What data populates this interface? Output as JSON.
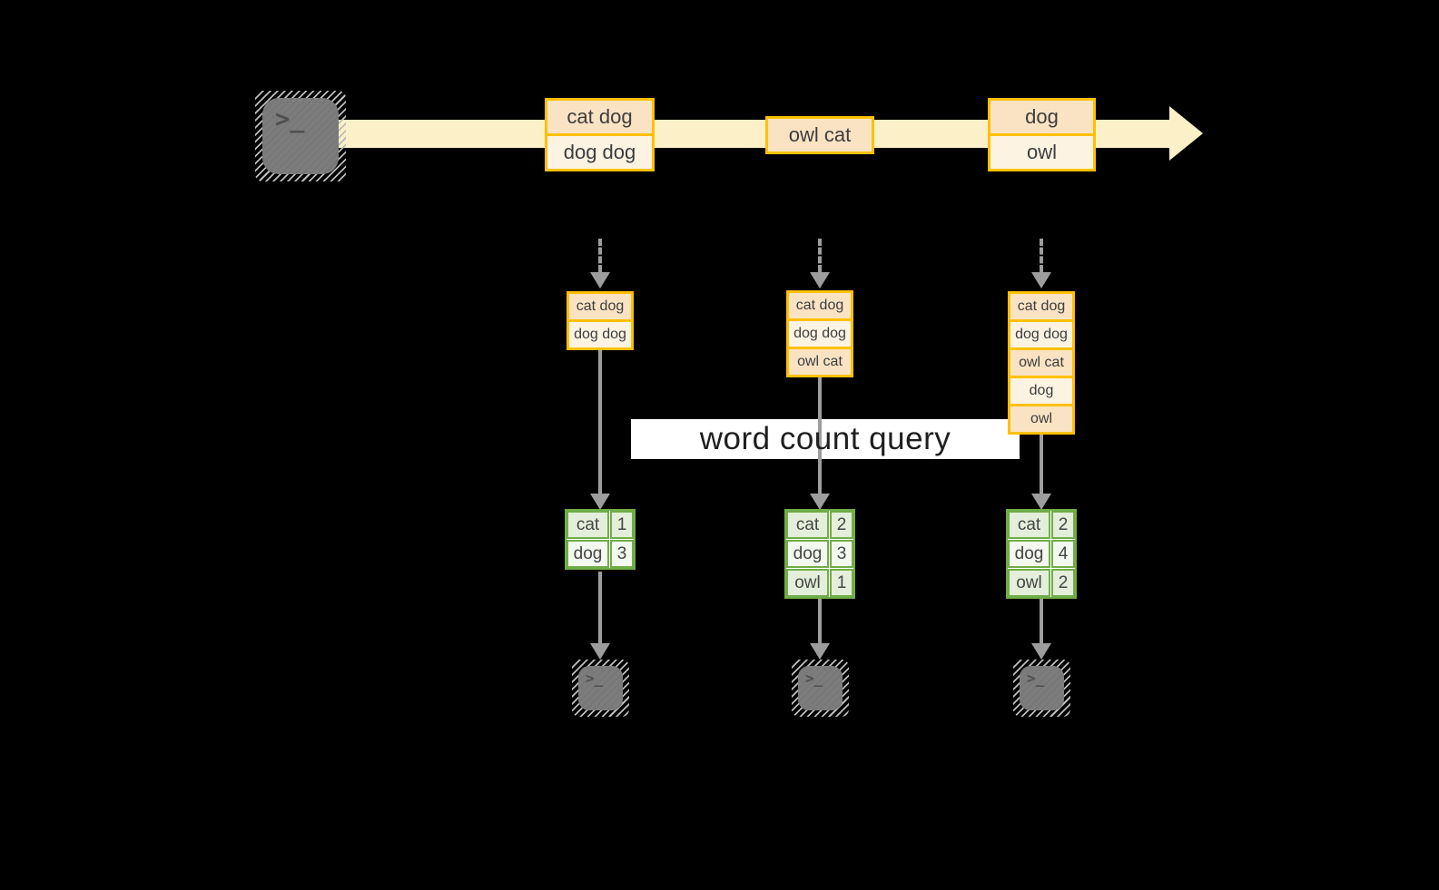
{
  "diagram": {
    "query_label": "word count query"
  },
  "terminal": {
    "prompt": ">_"
  },
  "icons": {
    "source": "terminal-icon",
    "stream_arrowhead": "arrow-right-icon",
    "sinks": [
      "terminal-icon",
      "terminal-icon",
      "terminal-icon"
    ]
  },
  "stream": {
    "batches": [
      {
        "rows": [
          "cat dog",
          "dog dog"
        ]
      },
      {
        "rows": [
          "owl cat"
        ]
      },
      {
        "rows": [
          "dog",
          "owl"
        ]
      }
    ]
  },
  "columns": [
    {
      "buffer": [
        "cat dog",
        "dog dog"
      ],
      "result": [
        {
          "word": "cat",
          "count": "1"
        },
        {
          "word": "dog",
          "count": "3"
        }
      ]
    },
    {
      "buffer": [
        "cat dog",
        "dog dog",
        "owl cat"
      ],
      "result": [
        {
          "word": "cat",
          "count": "2"
        },
        {
          "word": "dog",
          "count": "3"
        },
        {
          "word": "owl",
          "count": "1"
        }
      ]
    },
    {
      "buffer": [
        "cat dog",
        "dog dog",
        "owl cat",
        "dog",
        "owl"
      ],
      "result": [
        {
          "word": "cat",
          "count": "2"
        },
        {
          "word": "dog",
          "count": "4"
        },
        {
          "word": "owl",
          "count": "2"
        }
      ]
    }
  ],
  "colors": {
    "background": "#000000",
    "stream_band": "#FBF0C7",
    "box_border": "#FFC000",
    "box_fill_peach": "#FAE3C3",
    "box_fill_cream": "#FCF3E3",
    "table_border": "#71AD47",
    "table_fill_green": "#E3EFDA",
    "table_fill_light": "#F3F9EE",
    "arrow_gray": "#9D9D9D",
    "terminal_gray": "#7C7C7C",
    "query_band": "#FFFFFF"
  }
}
